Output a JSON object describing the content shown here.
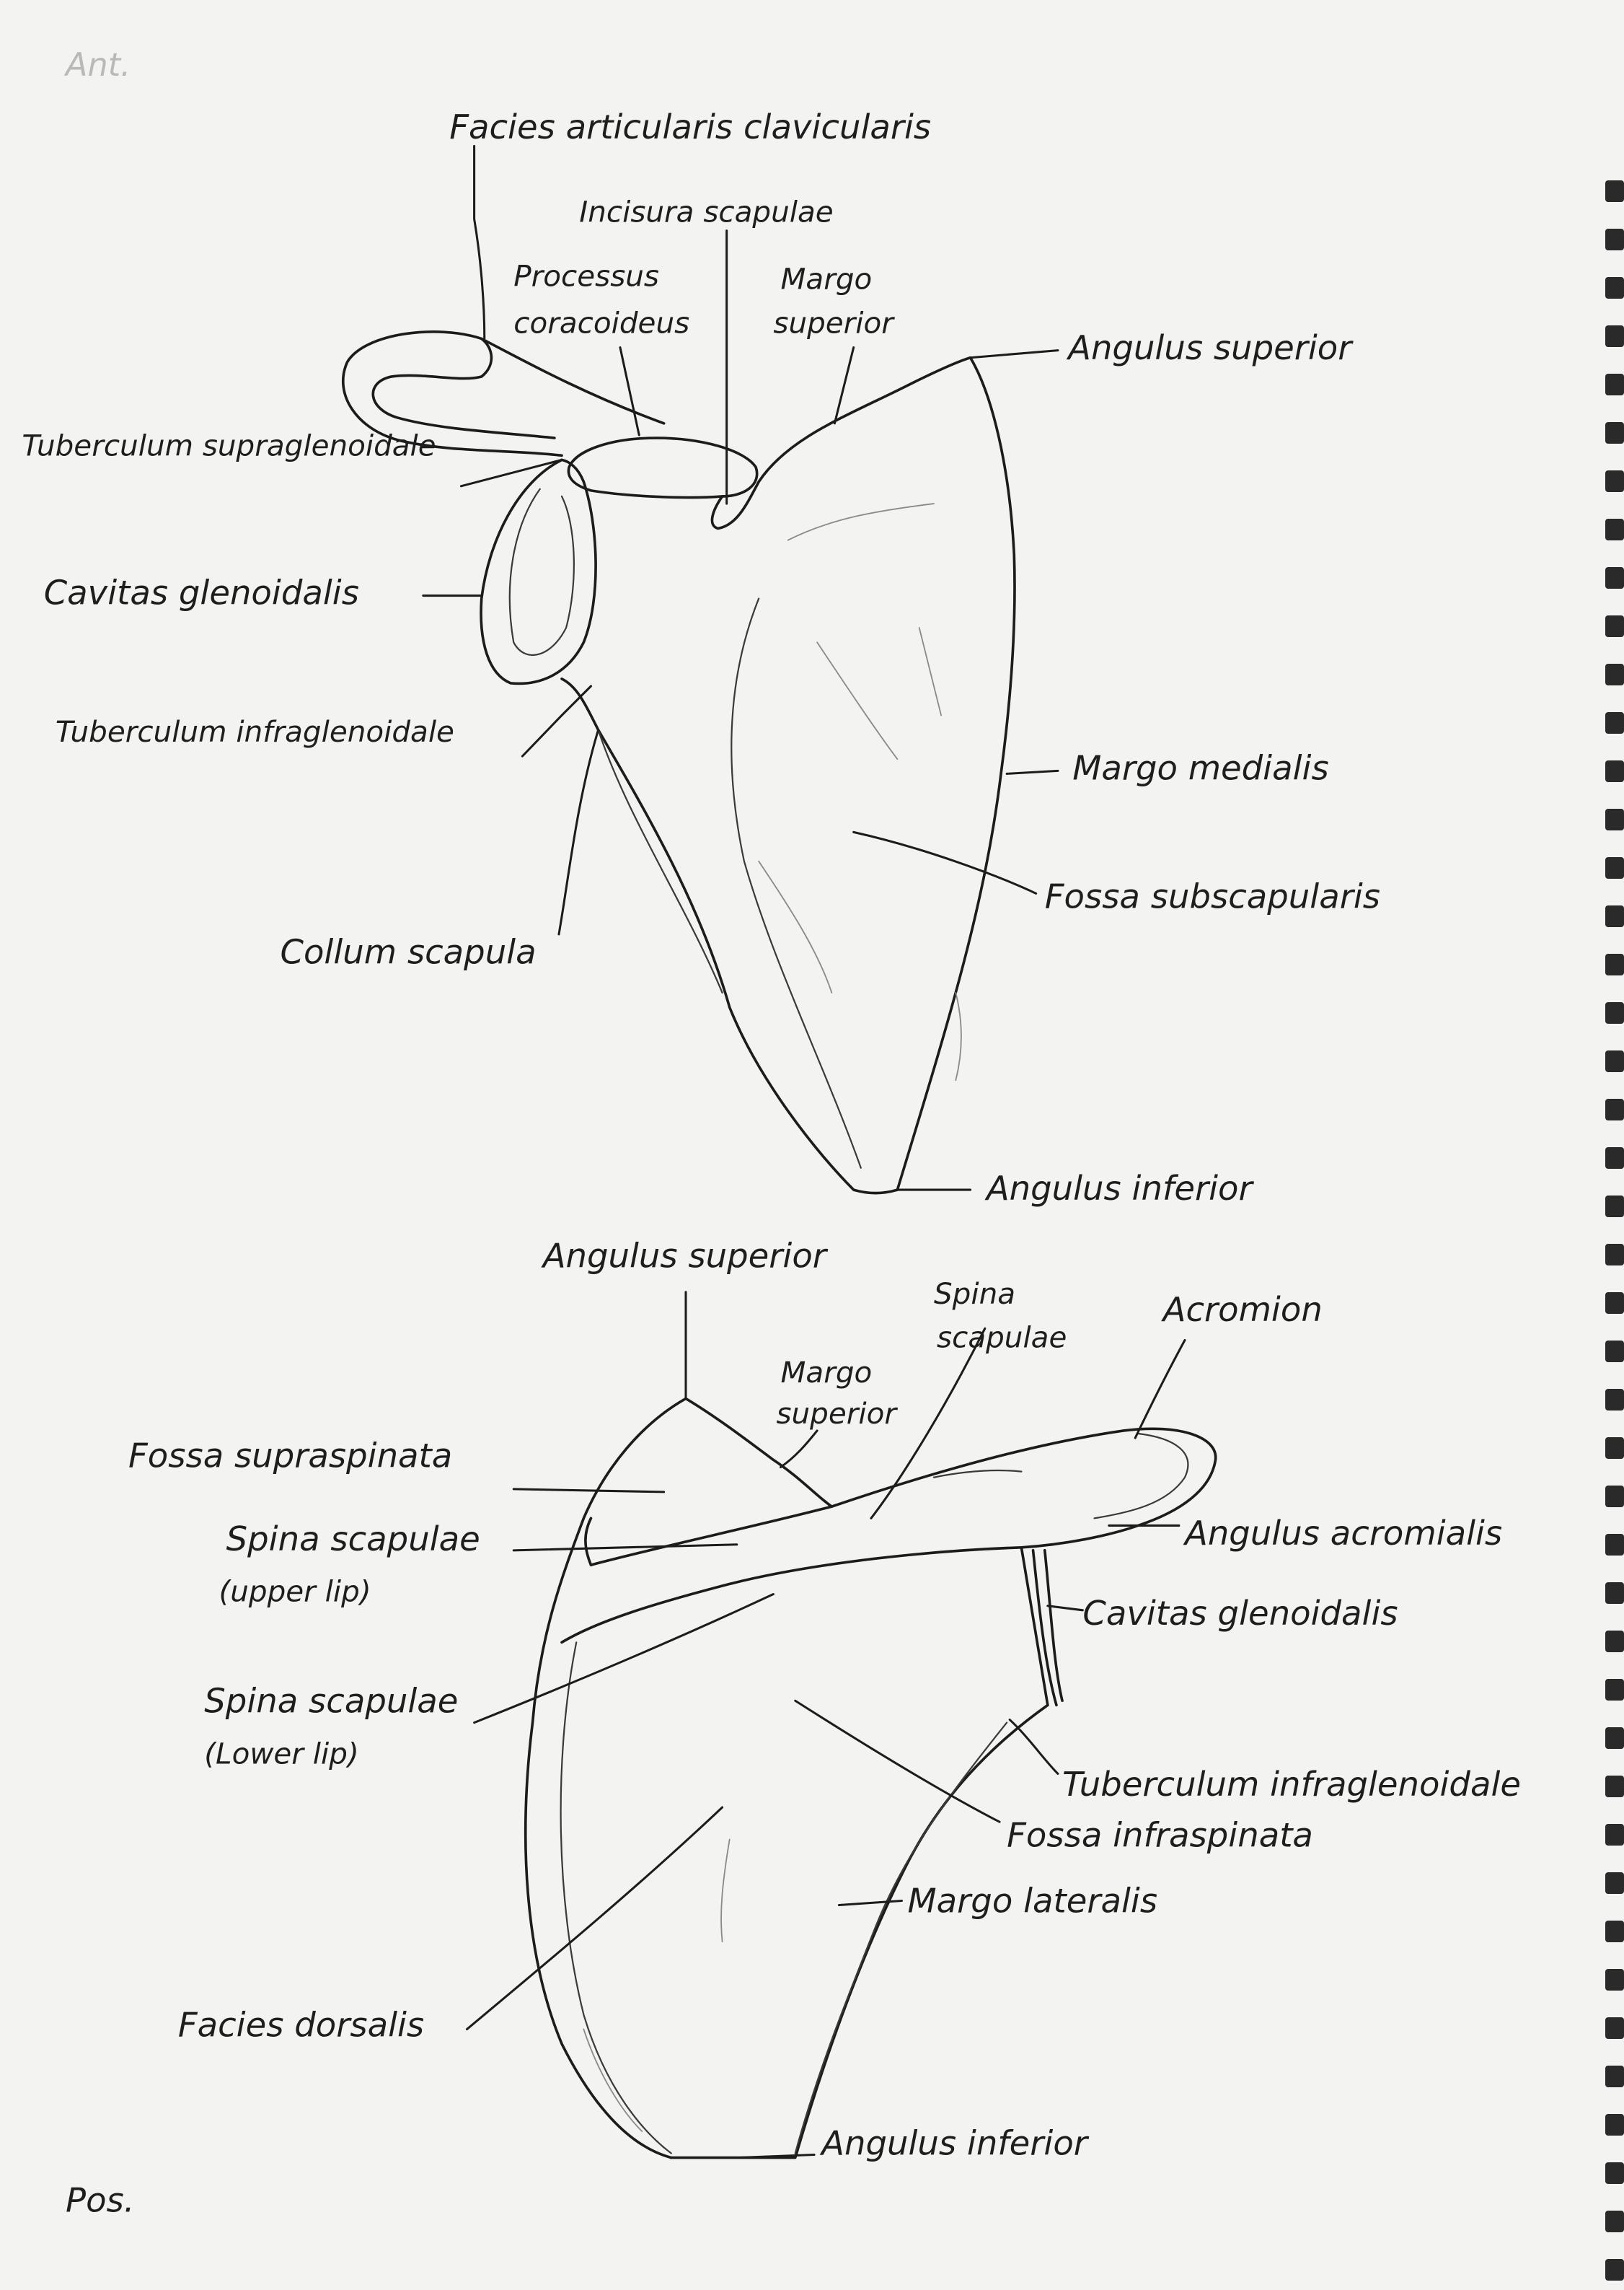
{
  "corners": {
    "top_left": "Ant.",
    "bottom_left": "Pos."
  },
  "anterior_view": {
    "labels": [
      "Facies articularis clavicularis",
      "Incisura scapulae",
      "Processus",
      "coracoideus",
      "Margo",
      "superior",
      "Angulus superior",
      "Tuberculum supraglenoidale",
      "Cavitas glenoidalis",
      "Tuberculum infraglenoidale",
      "Margo medialis",
      "Fossa subscapularis",
      "Collum scapula",
      "Angulus inferior"
    ]
  },
  "posterior_view": {
    "labels": [
      "Angulus superior",
      "Spina",
      "scapulae",
      "Acromion",
      "Margo",
      "superior",
      "Fossa supraspinata",
      "Spina scapulae",
      "(upper lip)",
      "Angulus acromialis",
      "Cavitas glenoidalis",
      "Spina scapulae",
      "(Lower lip)",
      "Tuberculum infraglenoidale",
      "Fossa infraspinata",
      "Margo lateralis",
      "Facies dorsalis",
      "Angulus inferior"
    ]
  },
  "colors": {
    "paper": "#f3f3f1",
    "ink": "#1c1c1c",
    "binding": "#2a2a2a"
  }
}
